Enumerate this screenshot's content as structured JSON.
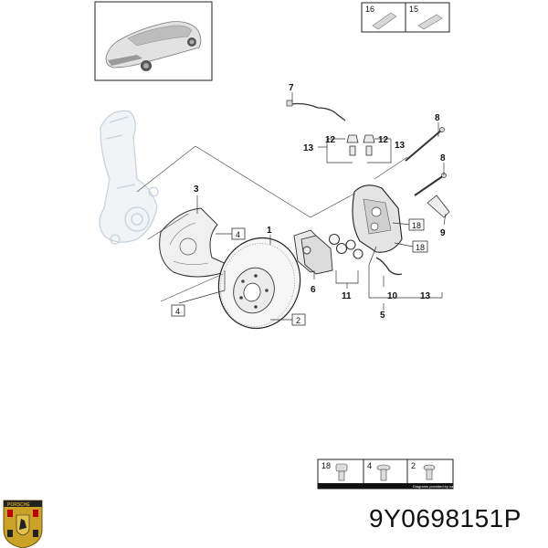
{
  "part_number": "9Y0698151P",
  "callouts": {
    "c1": "1",
    "c2": "2",
    "c3": "3",
    "c4a": "4",
    "c4b": "4",
    "c5": "5",
    "c6": "6",
    "c7": "7",
    "c8a": "8",
    "c8b": "8",
    "c9": "9",
    "c10": "10",
    "c11": "11",
    "c12a": "12",
    "c12b": "12",
    "c13a": "13",
    "c13b": "13",
    "c13c": "13",
    "c18a": "18",
    "c18b": "18"
  },
  "top_legend": {
    "item_a": "16",
    "item_b": "15"
  },
  "bottom_legend": {
    "item_a": "18",
    "item_b": "4",
    "item_c": "2",
    "footer": "Diagrams provided by catalog parts"
  },
  "logo": {
    "text": "PORSCHE"
  }
}
